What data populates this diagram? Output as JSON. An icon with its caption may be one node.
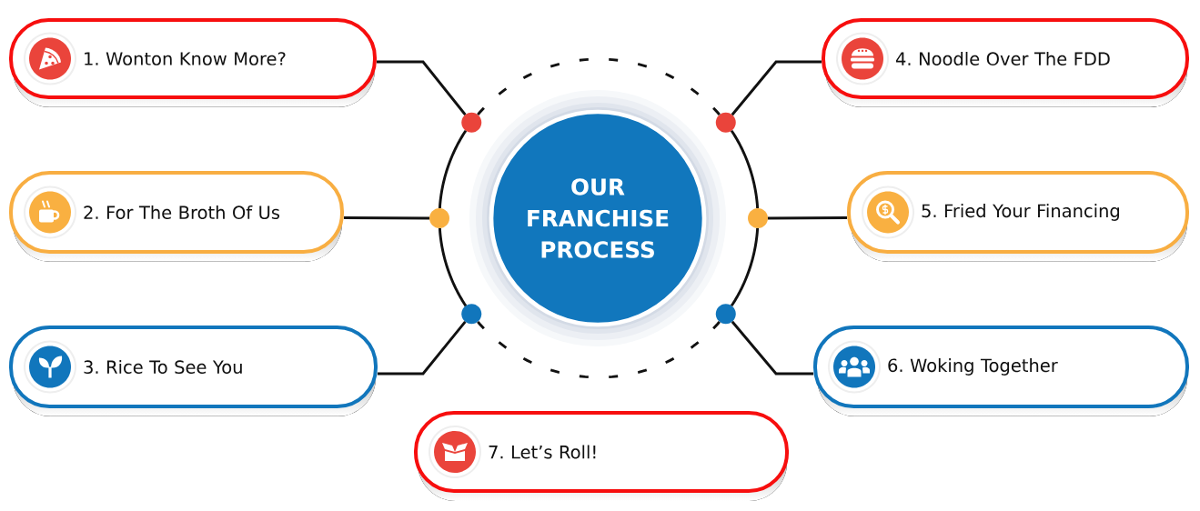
{
  "diagram": {
    "nodes": [
      {
        "text": [
          "1. Wonton Know More?"
        ]
      },
      {
        "text": [
          "2. For The Broth Of Us"
        ]
      },
      {
        "text": [
          "3. Rice To See You"
        ]
      },
      {
        "text": [
          "OUR FRANCHISE PROCESS"
        ]
      },
      {
        "text": [
          "4. Noodle Over The FDD"
        ]
      },
      {
        "text": [
          "5. Fried Your Financing"
        ]
      },
      {
        "text": [
          "6. Woking Together"
        ]
      },
      {
        "text": [
          "7. Let’s Roll!"
        ]
      },
      {
        "text": [],
        "shape": "circle"
      },
      {
        "text": [],
        "shape": "circle"
      },
      {
        "text": [],
        "shape": "circle"
      },
      {
        "text": [],
        "shape": "circle"
      },
      {
        "text": [],
        "shape": "circle"
      },
      {
        "text": [],
        "shape": "circle"
      }
    ],
    "edges": [
      {
        "from": 0,
        "to": 8,
        "arrow": "none"
      },
      {
        "from": 1,
        "to": 9,
        "arrow": "none"
      },
      {
        "from": 2,
        "to": 10,
        "arrow": "none"
      },
      {
        "from": 4,
        "to": 11,
        "arrow": "none"
      },
      {
        "from": 5,
        "to": 12,
        "arrow": "none"
      },
      {
        "from": 6,
        "to": 13,
        "arrow": "none"
      },
      {
        "from": 8,
        "to": 9,
        "arrow": "none"
      },
      {
        "from": 9,
        "to": 10,
        "arrow": "none"
      },
      {
        "from": 11,
        "to": 12,
        "arrow": "none"
      },
      {
        "from": 12,
        "to": 13,
        "arrow": "none"
      },
      {
        "from": 8,
        "to": 11,
        "arrow": "none",
        "style": "dashed"
      },
      {
        "from": 10,
        "to": 13,
        "arrow": "none",
        "style": "dashed"
      }
    ]
  }
}
